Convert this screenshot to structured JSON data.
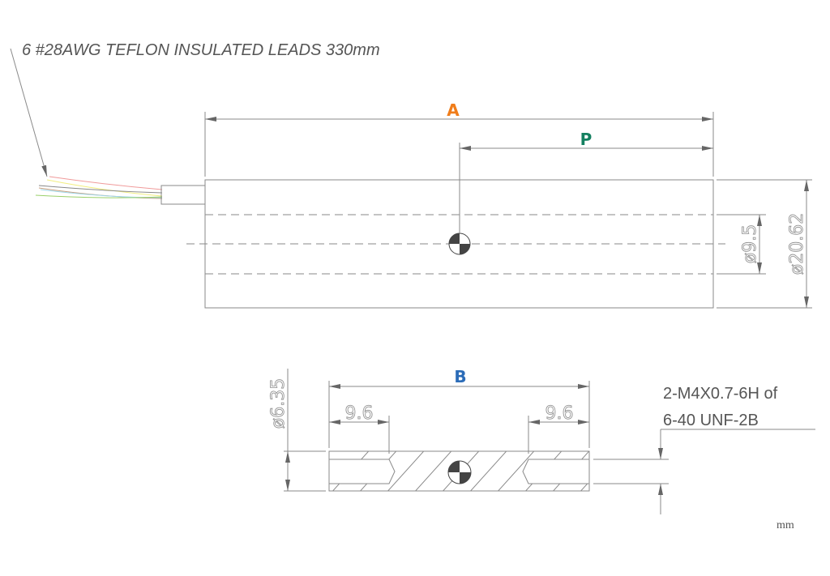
{
  "leads_note": "6 #28AWG TEFLON INSULATED LEADS 330mm",
  "labels": {
    "A": "A",
    "P": "P",
    "B": "B"
  },
  "dimensions": {
    "outer_diameter": "ø20.62",
    "inner_diameter": "ø9.5",
    "thread_depth_left": "9.6",
    "thread_depth_right": "9.6",
    "end_diameter": "ø6.35"
  },
  "thread_note": {
    "line1": "2-M4X0.7-6H of",
    "line2": "6-40 UNF-2B"
  },
  "unit": "mm",
  "colors": {
    "A": "#f07d1a",
    "P": "#148060",
    "B": "#2b6cb8",
    "wires": [
      "#f09a9a",
      "#f2ee80",
      "#888888",
      "#9fd8ea",
      "#c8a080",
      "#9ad06a"
    ]
  }
}
